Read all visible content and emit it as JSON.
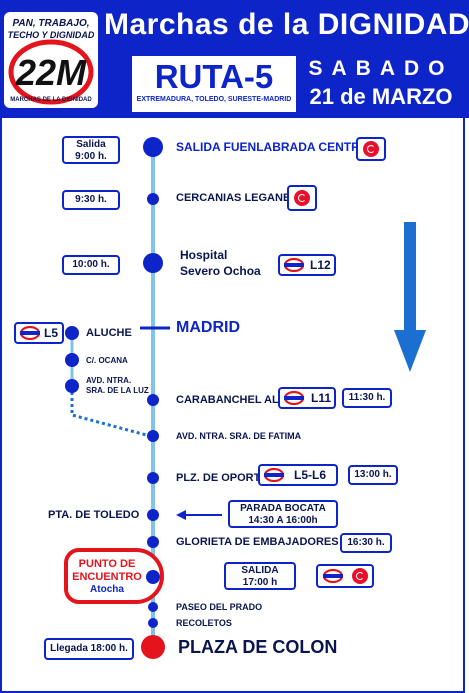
{
  "header": {
    "title": "Marchas de la DIGNIDAD",
    "route": "RUTA-5",
    "route_subtitle": "EXTREMADURA, TOLEDO, SURESTE-MADRID",
    "day": "SABADO",
    "date": "21 de MARZO"
  },
  "logo": {
    "line1": "PAN, TRABAJO,",
    "line2": "TECHO Y DIGNIDAD",
    "mark": "22M",
    "bottom": "MARCHAS DE LA DIGNIDAD"
  },
  "stops": {
    "fuenlabrada": "SALIDA FUENLABRADA CENTRAL",
    "leganes": "CERCANIAS LEGANES",
    "hospital_1": "Hospital",
    "hospital_2": "Severo Ochoa",
    "madrid": "MADRID",
    "aluche": "ALUCHE",
    "ocana": "C/. OCANA",
    "luz_1": "AVD. NTRA.",
    "luz_2": "SRA. DE LA LUZ",
    "carabanchel": "CARABANCHEL ALTO",
    "fatima": "AVD. NTRA. SRA. DE FATIMA",
    "oporto": "PLZ. DE OPORTO",
    "toledo": "PTA. DE TOLEDO",
    "embajadores": "GLORIETA DE EMBAJADORES",
    "prado": "PASEO DEL PRADO",
    "recoletos": "RECOLETOS",
    "colon": "PLAZA  DE COLON"
  },
  "times": {
    "salida_1": "Salida",
    "salida_2": "9:00 h.",
    "leganes": "9:30 h.",
    "hospital": "10:00 h.",
    "carabanchel": "11:30 h.",
    "oporto": "13:00 h.",
    "bocata_1": "PARADA BOCATA",
    "bocata_2": "14:30   A  16:00h",
    "embajadores": "16:30 h.",
    "atocha_1": "SALIDA",
    "atocha_2": "17:00  h",
    "colon": "Llegada 18:00 h."
  },
  "metro_lines": {
    "hospital": "L12",
    "aluche": "L5",
    "carabanchel": "L11",
    "oporto": "L5-L6"
  },
  "meeting_point": {
    "line1": "PUNTO DE",
    "line2": "ENCUENTRO",
    "line3": "Atocha"
  },
  "colors": {
    "primary_blue": "#0d24c9",
    "route_line": "#7fc3e8",
    "accent_red": "#e3141c"
  }
}
